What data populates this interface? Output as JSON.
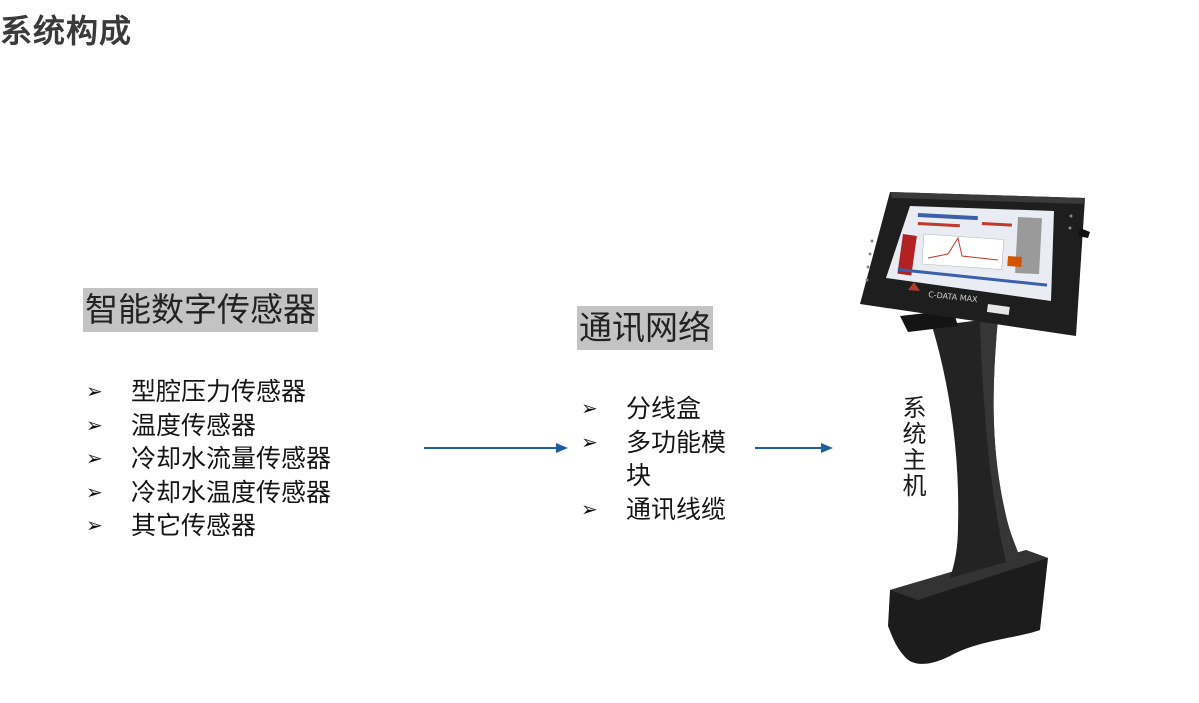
{
  "title": "系统构成",
  "sensors": {
    "heading": "智能数字传感器",
    "items": [
      "型腔压力传感器",
      "温度传感器",
      "冷却水流量传感器",
      "冷却水温度传感器",
      "其它传感器"
    ]
  },
  "network": {
    "heading": "通讯网络",
    "items": [
      "分线盒",
      "多功能模块",
      "通讯线缆"
    ]
  },
  "host": {
    "label": "系统主机",
    "device_brand": "C-DATA MAX"
  },
  "bullet_glyph": "➢",
  "colors": {
    "arrow": "#1f5f9f",
    "heading_bg": "#c3c3c3",
    "device": "#1e1e1e"
  }
}
